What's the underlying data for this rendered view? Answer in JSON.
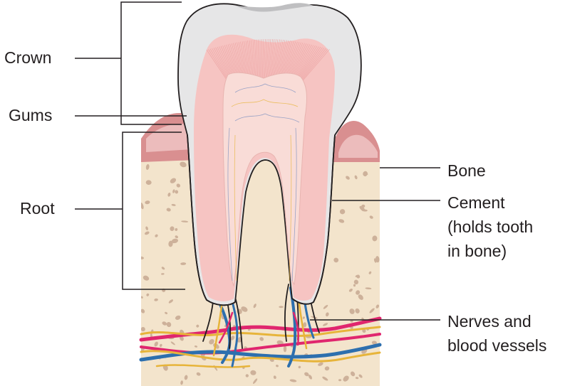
{
  "labels": {
    "crown": "Crown",
    "gums": "Gums",
    "root": "Root",
    "bone": "Bone",
    "cement_line1": "Cement",
    "cement_line2": "(holds tooth",
    "cement_line3": "in bone)",
    "nerves_line1": "Nerves and",
    "nerves_line2": "blood vessels"
  },
  "colors": {
    "bone": "#f3e4cc",
    "bone_spots": "#cdb19a",
    "gum": "#d98f90",
    "gum_light": "#ecbcbc",
    "enamel": "#e6e6e7",
    "dentin": "#f6c4c2",
    "pulp": "#f9dcd7",
    "nerve": "#2d6fae",
    "artery": "#e0266e",
    "vessel_yellow": "#e7b43a",
    "line": "#231f20"
  }
}
